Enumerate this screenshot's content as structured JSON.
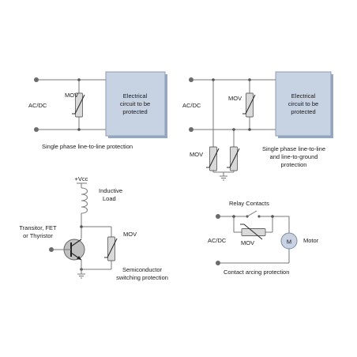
{
  "diagram1": {
    "source_label": "AC/DC",
    "mov_label": "MOV",
    "box_text": [
      "Electrical",
      "circuit to be",
      "protected"
    ],
    "caption": "Single phase line-to-line protection"
  },
  "diagram2": {
    "source_label": "AC/DC",
    "mov_label_top": "MOV",
    "mov_label_bottom": "MOV",
    "box_text": [
      "Electrical",
      "circuit to be",
      "protected"
    ],
    "caption": [
      "Single phase line-to-line",
      "and line-to-ground",
      "protection"
    ]
  },
  "diagram3": {
    "vcc_label": "+Vcc",
    "load_label": [
      "Inductive",
      "Load"
    ],
    "switch_label": [
      "Transitor, FET",
      "or Thyristor"
    ],
    "mov_label": "MOV",
    "caption": [
      "Semiconductor",
      "switching protection"
    ]
  },
  "diagram4": {
    "relay_label": "Relay Contacts",
    "source_label": "AC/DC",
    "mov_label": "MOV",
    "motor_symbol": "M",
    "motor_label": "Motor",
    "caption": "Contact arcing protection"
  },
  "icons": [
    "varistor-symbol",
    "inductor-coil",
    "transistor-symbol",
    "ground-symbol",
    "motor-symbol",
    "switch-contact"
  ]
}
